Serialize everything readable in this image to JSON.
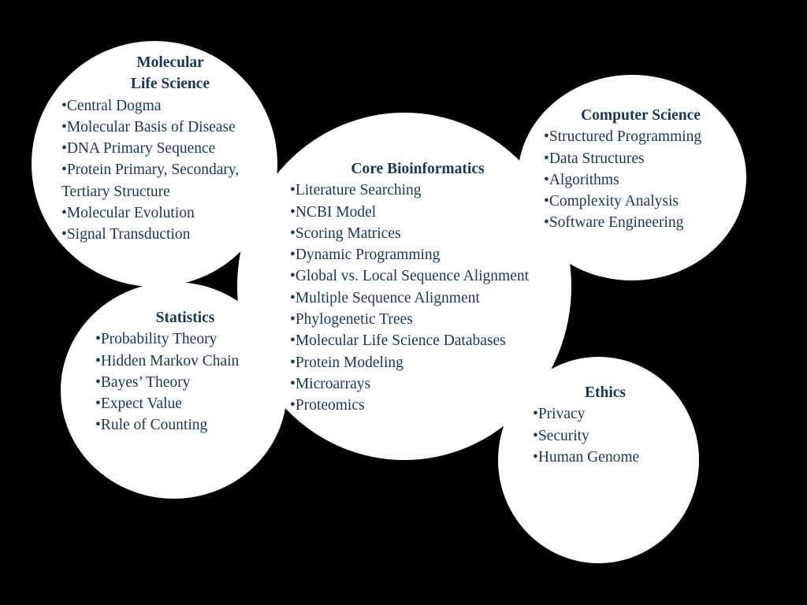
{
  "colors": {
    "background": "#000000",
    "circle_fill": "#ffffff",
    "text": "#17365d"
  },
  "bullet_glyph": "•",
  "bubbles": {
    "molecular": {
      "title_lines": [
        "Molecular",
        "Life Science"
      ],
      "items": [
        [
          "Central Dogma"
        ],
        [
          "Molecular Basis of Disease"
        ],
        [
          "DNA Primary Sequence"
        ],
        [
          "Protein Primary, Secondary,",
          "Tertiary Structure"
        ],
        [
          "Molecular Evolution"
        ],
        [
          "Signal Transduction"
        ]
      ]
    },
    "core": {
      "title_lines": [
        "Core Bioinformatics"
      ],
      "items": [
        [
          "Literature Searching"
        ],
        [
          "NCBI Model"
        ],
        [
          "Scoring Matrices"
        ],
        [
          "Dynamic Programming"
        ],
        [
          "Global vs. Local Sequence Alignment"
        ],
        [
          "Multiple Sequence Alignment"
        ],
        [
          "Phylogenetic Trees"
        ],
        [
          "Molecular Life Science Databases"
        ],
        [
          "Protein Modeling"
        ],
        [
          "Microarrays"
        ],
        [
          "Proteomics"
        ]
      ]
    },
    "computer_science": {
      "title_lines": [
        "Computer Science"
      ],
      "items": [
        [
          "Structured Programming"
        ],
        [
          "Data Structures"
        ],
        [
          "Algorithms"
        ],
        [
          "Complexity Analysis"
        ],
        [
          "Software Engineering"
        ]
      ]
    },
    "statistics": {
      "title_lines": [
        "Statistics"
      ],
      "items": [
        [
          "Probability Theory"
        ],
        [
          "Hidden Markov Chain"
        ],
        [
          "Bayes’ Theory"
        ],
        [
          "Expect Value"
        ],
        [
          "Rule of Counting"
        ]
      ]
    },
    "ethics": {
      "title_lines": [
        "Ethics"
      ],
      "items": [
        [
          "Privacy"
        ],
        [
          "Security"
        ],
        [
          "Human Genome"
        ]
      ]
    }
  }
}
